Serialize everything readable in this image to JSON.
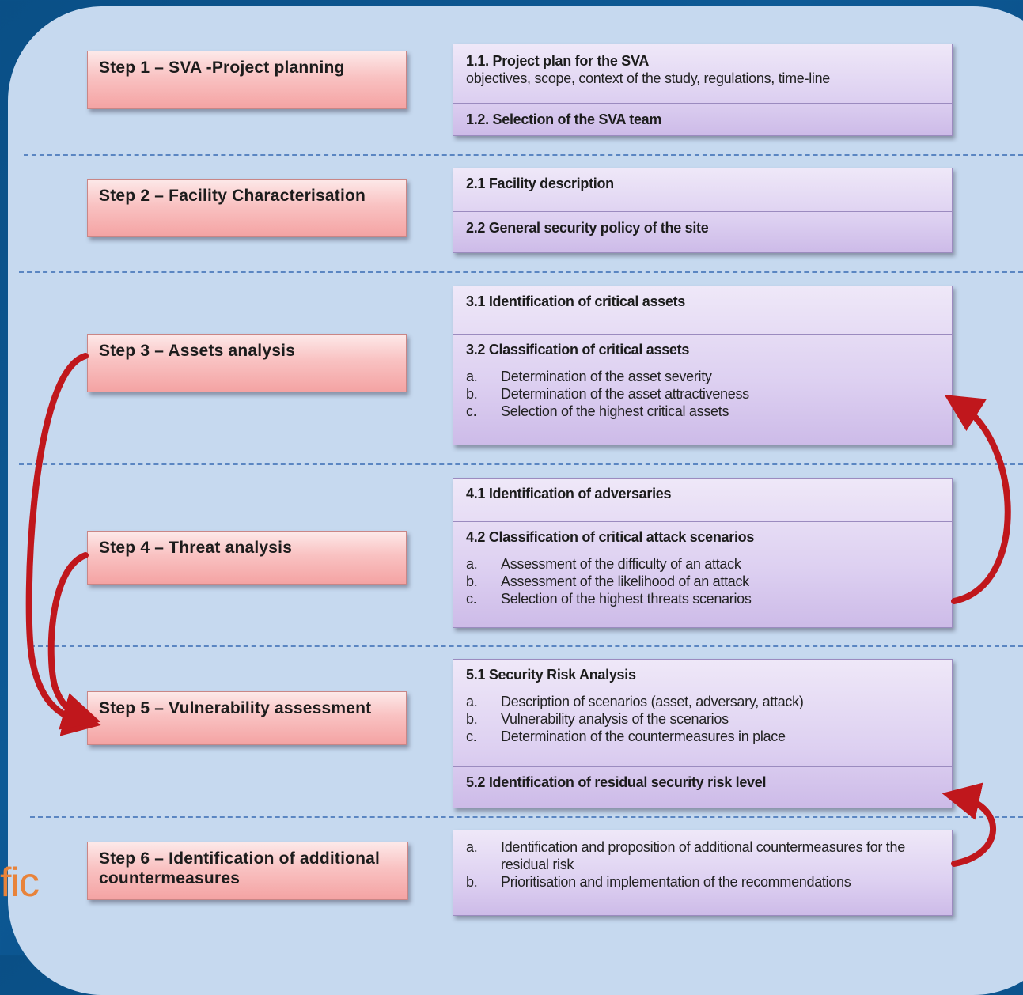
{
  "steps": [
    {
      "label": "Step  1 – SVA -Project planning"
    },
    {
      "label": "Step 2 – Facility  Characterisation"
    },
    {
      "label": "Step 3 – Assets analysis"
    },
    {
      "label": "Step 4 – Threat analysis"
    },
    {
      "label": "Step 5 – Vulnerability  assessment"
    },
    {
      "label": "Step 6 – Identification  of additional  countermeasures"
    }
  ],
  "boxes": {
    "b1": {
      "c1_title": "1.1. Project plan for the SVA",
      "c1_text": "objectives, scope,  context of the study, regulations, time-line",
      "c2_title": "1.2.  Selection of the SVA team"
    },
    "b2": {
      "c1_title": "2.1 Facility description",
      "c2_title": "2.2 General security policy of the site"
    },
    "b3": {
      "c1_title": "3.1 Identification of critical assets",
      "c2_title": "3.2 Classification of critical assets",
      "c2_items": [
        {
          "letter": "a.",
          "text": "Determination of the asset severity"
        },
        {
          "letter": "b.",
          "text": "Determination of the asset attractiveness"
        },
        {
          "letter": "c.",
          "text": "Selection of the highest critical assets"
        }
      ]
    },
    "b4": {
      "c1_title": "4.1 Identification of adversaries",
      "c2_title": "4.2 Classification of critical attack scenarios",
      "c2_items": [
        {
          "letter": "a.",
          "text": "Assessment of the difficulty of an attack"
        },
        {
          "letter": "b.",
          "text": "Assessment of the likelihood of an attack"
        },
        {
          "letter": "c.",
          "text": "Selection of the highest threats scenarios"
        }
      ]
    },
    "b5": {
      "c1_title": "5.1 Security Risk Analysis",
      "c1_items": [
        {
          "letter": "a.",
          "text": "Description of scenarios  (asset, adversary, attack)"
        },
        {
          "letter": "b.",
          "text": "Vulnerability analysis of the  scenarios"
        },
        {
          "letter": "c.",
          "text": "Determination of the countermeasures in place"
        }
      ],
      "c2_title": "5.2 Identification of residual security risk level"
    },
    "b6": {
      "items": [
        {
          "letter": "a.",
          "text": "Identification and proposition of additional countermeasures for the residual risk"
        },
        {
          "letter": "b.",
          "text": "Prioritisation and implementation of  the recommendations"
        }
      ]
    }
  },
  "logo_text": "fic",
  "colors": {
    "background": "#0b4c84",
    "panel": "#c6d9ef",
    "step_fill": "#f9c2c2",
    "box_fill": "#ddd0f1",
    "arrow": "#c0171c",
    "logo": "#e8833a"
  }
}
